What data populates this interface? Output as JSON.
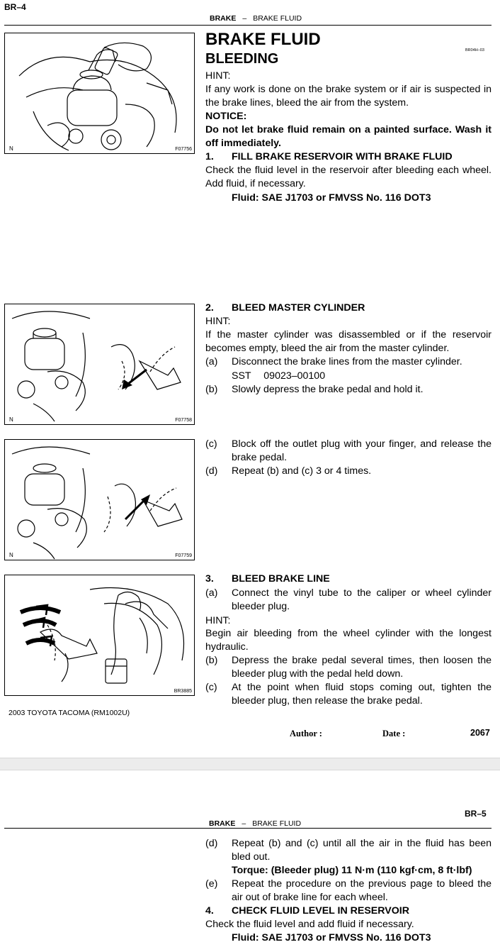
{
  "page1": {
    "page_number": "BR–4",
    "section_left": "BRAKE",
    "section_dash": "–",
    "section_right": "BRAKE FLUID",
    "title": "BRAKE FLUID",
    "subtitle": "BLEEDING",
    "doc_code": "BR04H–03",
    "hint1": "HINT:",
    "hint1_text": "If any work is done on the brake system or if air is suspected in the brake lines, bleed the air from the system.",
    "notice_label": "NOTICE:",
    "notice_text": "Do not let brake fluid remain on a painted surface. Wash it off immediately.",
    "step1_num": "1.",
    "step1_title": "FILL BRAKE RESERVOIR WITH BRAKE FLUID",
    "step1_text": "Check the fluid level in the reservoir after bleeding each wheel. Add fluid, if necessary.",
    "step1_fluid": "Fluid: SAE J1703 or FMVSS No. 116 DOT3",
    "step2_num": "2.",
    "step2_title": "BLEED MASTER CYLINDER",
    "step2_hint": "HINT:",
    "step2_text": "If the master cylinder was disassembled or if the reservoir becomes empty, bleed the air from the master cylinder.",
    "step2_a_label": "(a)",
    "step2_a_text": "Disconnect the brake lines from the master cylinder.",
    "step2_sst_label": "SST",
    "step2_sst_value": "09023–00100",
    "step2_b_label": "(b)",
    "step2_b_text": "Slowly depress the brake pedal and hold it.",
    "step2_c_label": "(c)",
    "step2_c_text": "Block off the outlet plug with your finger, and release the brake pedal.",
    "step2_d_label": "(d)",
    "step2_d_text": "Repeat (b) and (c) 3 or 4 times.",
    "step3_num": "3.",
    "step3_title": "BLEED BRAKE LINE",
    "step3_a_label": "(a)",
    "step3_a_text": "Connect the vinyl tube to the caliper or wheel cylinder bleeder plug.",
    "step3_hint": "HINT:",
    "step3_hint_text": "Begin air bleeding from the wheel cylinder with the longest hydraulic.",
    "step3_b_label": "(b)",
    "step3_b_text": "Depress the brake pedal several times, then loosen the bleeder plug with the pedal held down.",
    "step3_c_label": "(c)",
    "step3_c_text": "At the point when fluid stops coming out, tighten the bleeder plug, then release the brake pedal.",
    "footer_model": "2003 TOYOTA TACOMA   (RM1002U)",
    "footer_author": "Author :",
    "footer_date": "Date :",
    "footer_page": "2067"
  },
  "figures": {
    "fig1": {
      "n_label": "N",
      "code": "F07756"
    },
    "fig2": {
      "n_label": "N",
      "code": "F07758"
    },
    "fig3": {
      "n_label": "N",
      "code": "F07759"
    },
    "fig4": {
      "code": "BR3885"
    }
  },
  "page2": {
    "page_number": "BR–5",
    "section_left": "BRAKE",
    "section_dash": "–",
    "section_right": "BRAKE FLUID",
    "d_label": "(d)",
    "d_text": "Repeat (b) and (c) until all the air in the fluid has been bled out.",
    "torque": "Torque: (Bleeder plug) 11 N·m (110 kgf·cm, 8 ft·lbf)",
    "e_label": "(e)",
    "e_text": "Repeat the procedure on the previous page to bleed the air out of brake line for each wheel.",
    "step4_num": "4.",
    "step4_title": "CHECK FLUID LEVEL IN RESERVOIR",
    "step4_text": "Check the fluid level and add fluid if necessary.",
    "step4_fluid": "Fluid: SAE J1703 or FMVSS No. 116 DOT3"
  }
}
